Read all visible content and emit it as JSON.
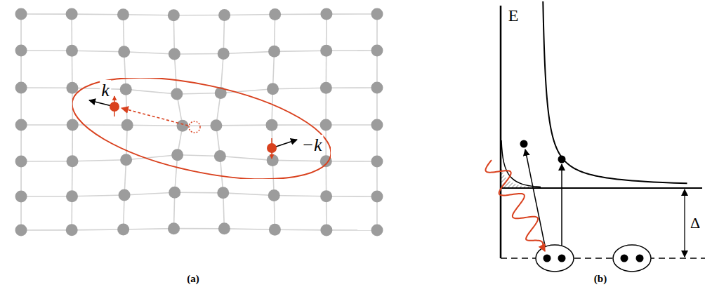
{
  "diagram": {
    "nodes": [
      {
        "text": [
          "k",
          "−k"
        ]
      }
    ],
    "labels": [
      "(a)",
      "(b)",
      "E",
      "Δ"
    ]
  }
}
